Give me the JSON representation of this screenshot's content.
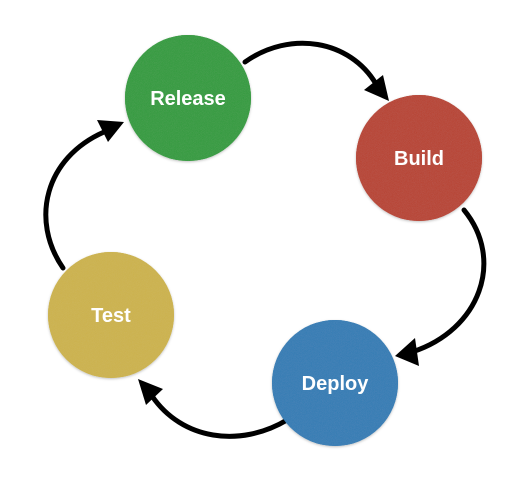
{
  "diagram": {
    "nodes": [
      {
        "id": "release",
        "label": "Release",
        "color": "#2f9b3a"
      },
      {
        "id": "build",
        "label": "Build",
        "color": "#b8402f"
      },
      {
        "id": "deploy",
        "label": "Deploy",
        "color": "#2f7bb5"
      },
      {
        "id": "test",
        "label": "Test",
        "color": "#cdb34a"
      }
    ],
    "edges": [
      {
        "from": "release",
        "to": "build"
      },
      {
        "from": "build",
        "to": "deploy"
      },
      {
        "from": "deploy",
        "to": "test"
      },
      {
        "from": "test",
        "to": "release"
      }
    ]
  }
}
